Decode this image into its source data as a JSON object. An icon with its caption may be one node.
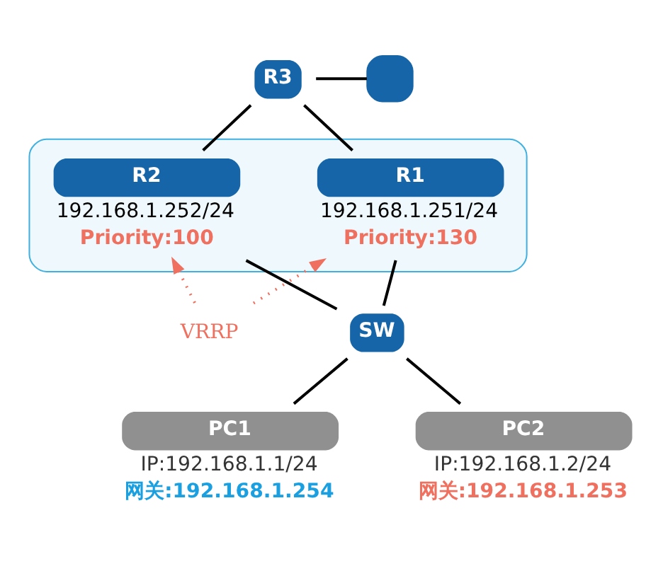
{
  "diagram": {
    "nodes": [
      {
        "text": [
          "R3"
        ]
      },
      {
        "text": [],
        "shape": "server"
      },
      {
        "text": [],
        "shape": "ellipse"
      },
      {
        "text": [
          "R1"
        ],
        "in": 2,
        "beside": [
          "192.168.1.251/24",
          "Priority:130"
        ]
      },
      {
        "text": [
          "R2"
        ],
        "in": 2,
        "beside": [
          "192.168.1.252/24",
          "Priority:100"
        ]
      },
      {
        "text": [
          "VRRP"
        ]
      },
      {
        "text": [
          "SW"
        ]
      },
      {
        "text": [
          "PC1"
        ],
        "beside": [
          "IP:192.168.1.1/24",
          "网关:192.168.1.254"
        ]
      },
      {
        "text": [
          "PC2"
        ],
        "beside": [
          "IP:192.168.1.2/24",
          "网关:192.168.1.253"
        ]
      }
    ],
    "edges": [
      {
        "from": 0,
        "to": 1,
        "arrow": "none"
      },
      {
        "from": 0,
        "to": 3,
        "arrow": "none"
      },
      {
        "from": 0,
        "to": 4,
        "arrow": "none"
      },
      {
        "from": 5,
        "to": 3,
        "arrow": "to",
        "style": "dashed",
        "color": "#f07060"
      },
      {
        "from": 5,
        "to": 4,
        "arrow": "to",
        "style": "dashed",
        "color": "#f07060"
      },
      {
        "from": 3,
        "to": 6,
        "arrow": "none"
      },
      {
        "from": 4,
        "to": 6,
        "arrow": "none"
      },
      {
        "from": 6,
        "to": 7,
        "arrow": "none"
      },
      {
        "from": 6,
        "to": 8,
        "arrow": "none"
      }
    ]
  }
}
